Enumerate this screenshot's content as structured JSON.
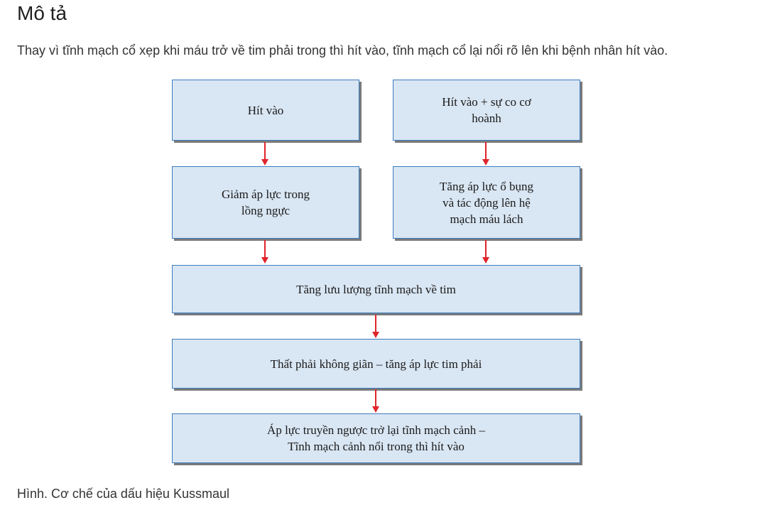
{
  "heading": "Mô tả",
  "description": "Thay vì tĩnh mạch cổ xẹp khi máu trở về tim phải trong thì hít vào, tĩnh mạch cổ lại nổi rõ lên khi bệnh nhân hít vào.",
  "diagram": {
    "box_inspiration": "Hít vào",
    "box_inspiration_diaphragm": "Hít vào + sự co cơ\nhoành",
    "box_decreased_thoracic_pressure": "Giảm áp lực trong\nlồng ngực",
    "box_increased_abdominal_pressure": "Tăng áp lực ổ bụng\nvà tác động lên hệ\nmạch máu lách",
    "box_increased_venous_return": "Tăng lưu lượng tĩnh mạch về tim",
    "box_rigid_right_ventricle": "Thất phải không giãn – tăng áp lực tim phải",
    "box_backward_pressure": "Áp lực truyền ngược trở lại tĩnh mạch cảnh –\nTĩnh mạch cảnh nổi trong thì hít vào",
    "colors": {
      "box_fill": "#d9e6f3",
      "box_border": "#3c7cc0",
      "arrow": "#e0242b"
    }
  },
  "caption": "Hình. Cơ chế của dấu hiệu Kussmaul"
}
